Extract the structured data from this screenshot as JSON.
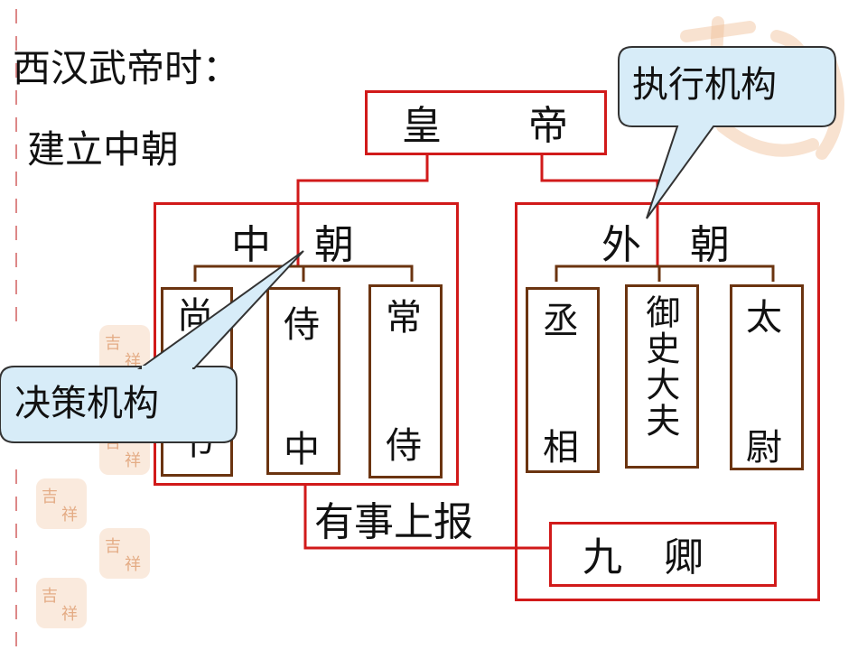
{
  "heading": "西汉武帝时：",
  "subheading": "建立中朝",
  "emperor": {
    "left": "皇",
    "right": "帝"
  },
  "inner_court": {
    "title_left": "中",
    "title_right": "朝",
    "offices": [
      {
        "top": "尚",
        "bottom": "书"
      },
      {
        "top": "侍",
        "bottom": "中"
      },
      {
        "top": "常",
        "bottom": "侍"
      }
    ]
  },
  "outer_court": {
    "title_left": "外",
    "title_right": "朝",
    "offices": [
      {
        "top": "丞",
        "bottom": "相"
      },
      {
        "full": "御史大夫"
      },
      {
        "top": "太",
        "bottom": "尉"
      }
    ],
    "nine_ministers": {
      "left": "九",
      "right": "卿"
    }
  },
  "report_label": "有事上报",
  "callouts": {
    "execution": "执行机构",
    "decision": "决策机构"
  },
  "colors": {
    "red": "#d11a1a",
    "brown": "#6b3410",
    "callout_fill": "#d7ecf8"
  }
}
